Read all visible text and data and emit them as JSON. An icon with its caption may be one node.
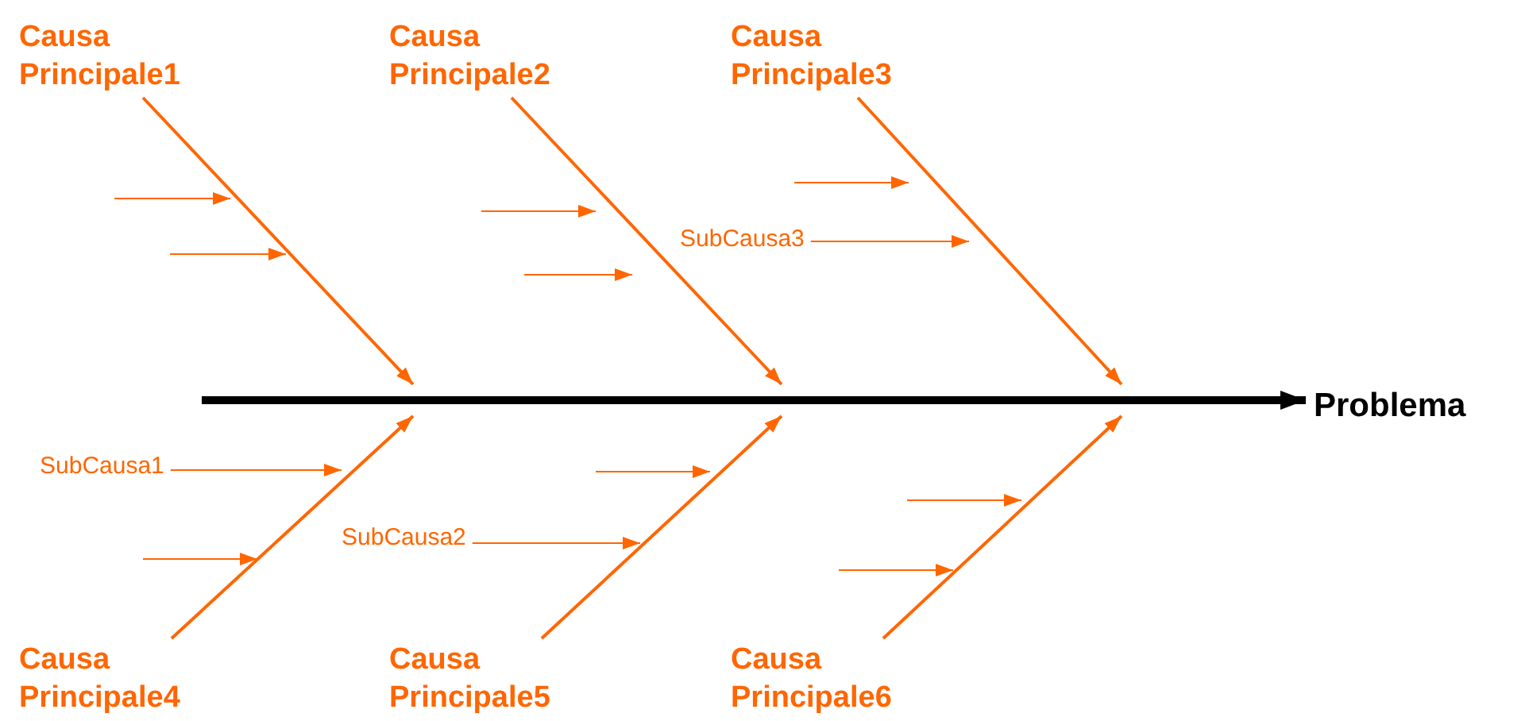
{
  "diagram": {
    "nodes": [
      {
        "text": [
          "Causa Principale1"
        ]
      },
      {
        "text": [
          "Causa Principale2"
        ]
      },
      {
        "text": [
          "Causa Principale3"
        ]
      },
      {
        "text": [
          "Causa Principale4"
        ]
      },
      {
        "text": [
          "Causa Principale5"
        ]
      },
      {
        "text": [
          "Causa Principale6"
        ]
      },
      {
        "text": [
          "Problema"
        ]
      },
      {
        "text": [
          "SubCausa1"
        ]
      },
      {
        "text": [
          "SubCausa2"
        ]
      },
      {
        "text": [
          "SubCausa3"
        ]
      }
    ],
    "edges": [
      {
        "from": 0,
        "to": null,
        "arrow": "to"
      },
      {
        "from": 1,
        "to": null,
        "arrow": "to"
      },
      {
        "from": 2,
        "to": null,
        "arrow": "to"
      },
      {
        "from": 3,
        "to": null,
        "arrow": "to"
      },
      {
        "from": 4,
        "to": null,
        "arrow": "to"
      },
      {
        "from": 5,
        "to": null,
        "arrow": "to"
      },
      {
        "from": null,
        "to": 6,
        "arrow": "to",
        "style": "thick",
        "color": "#000000"
      },
      {
        "from": 7,
        "to": null,
        "arrow": "to"
      },
      {
        "from": 8,
        "to": null,
        "arrow": "to"
      },
      {
        "from": 9,
        "to": null,
        "arrow": "to"
      }
    ]
  }
}
